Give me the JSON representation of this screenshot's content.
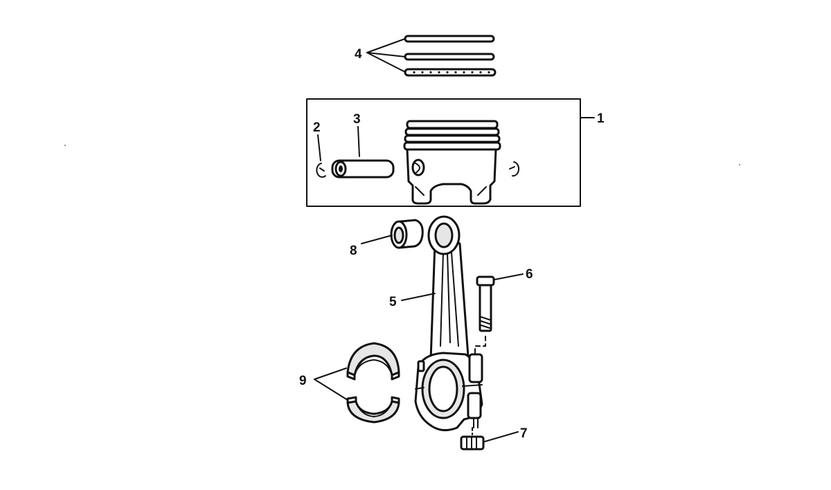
{
  "callouts": {
    "c1": "1",
    "c2": "2",
    "c3": "3",
    "c4": "4",
    "c5": "5",
    "c6": "6",
    "c7": "7",
    "c8": "8",
    "c9": "9"
  },
  "colors": {
    "ink": "#111111",
    "background": "#ffffff"
  }
}
